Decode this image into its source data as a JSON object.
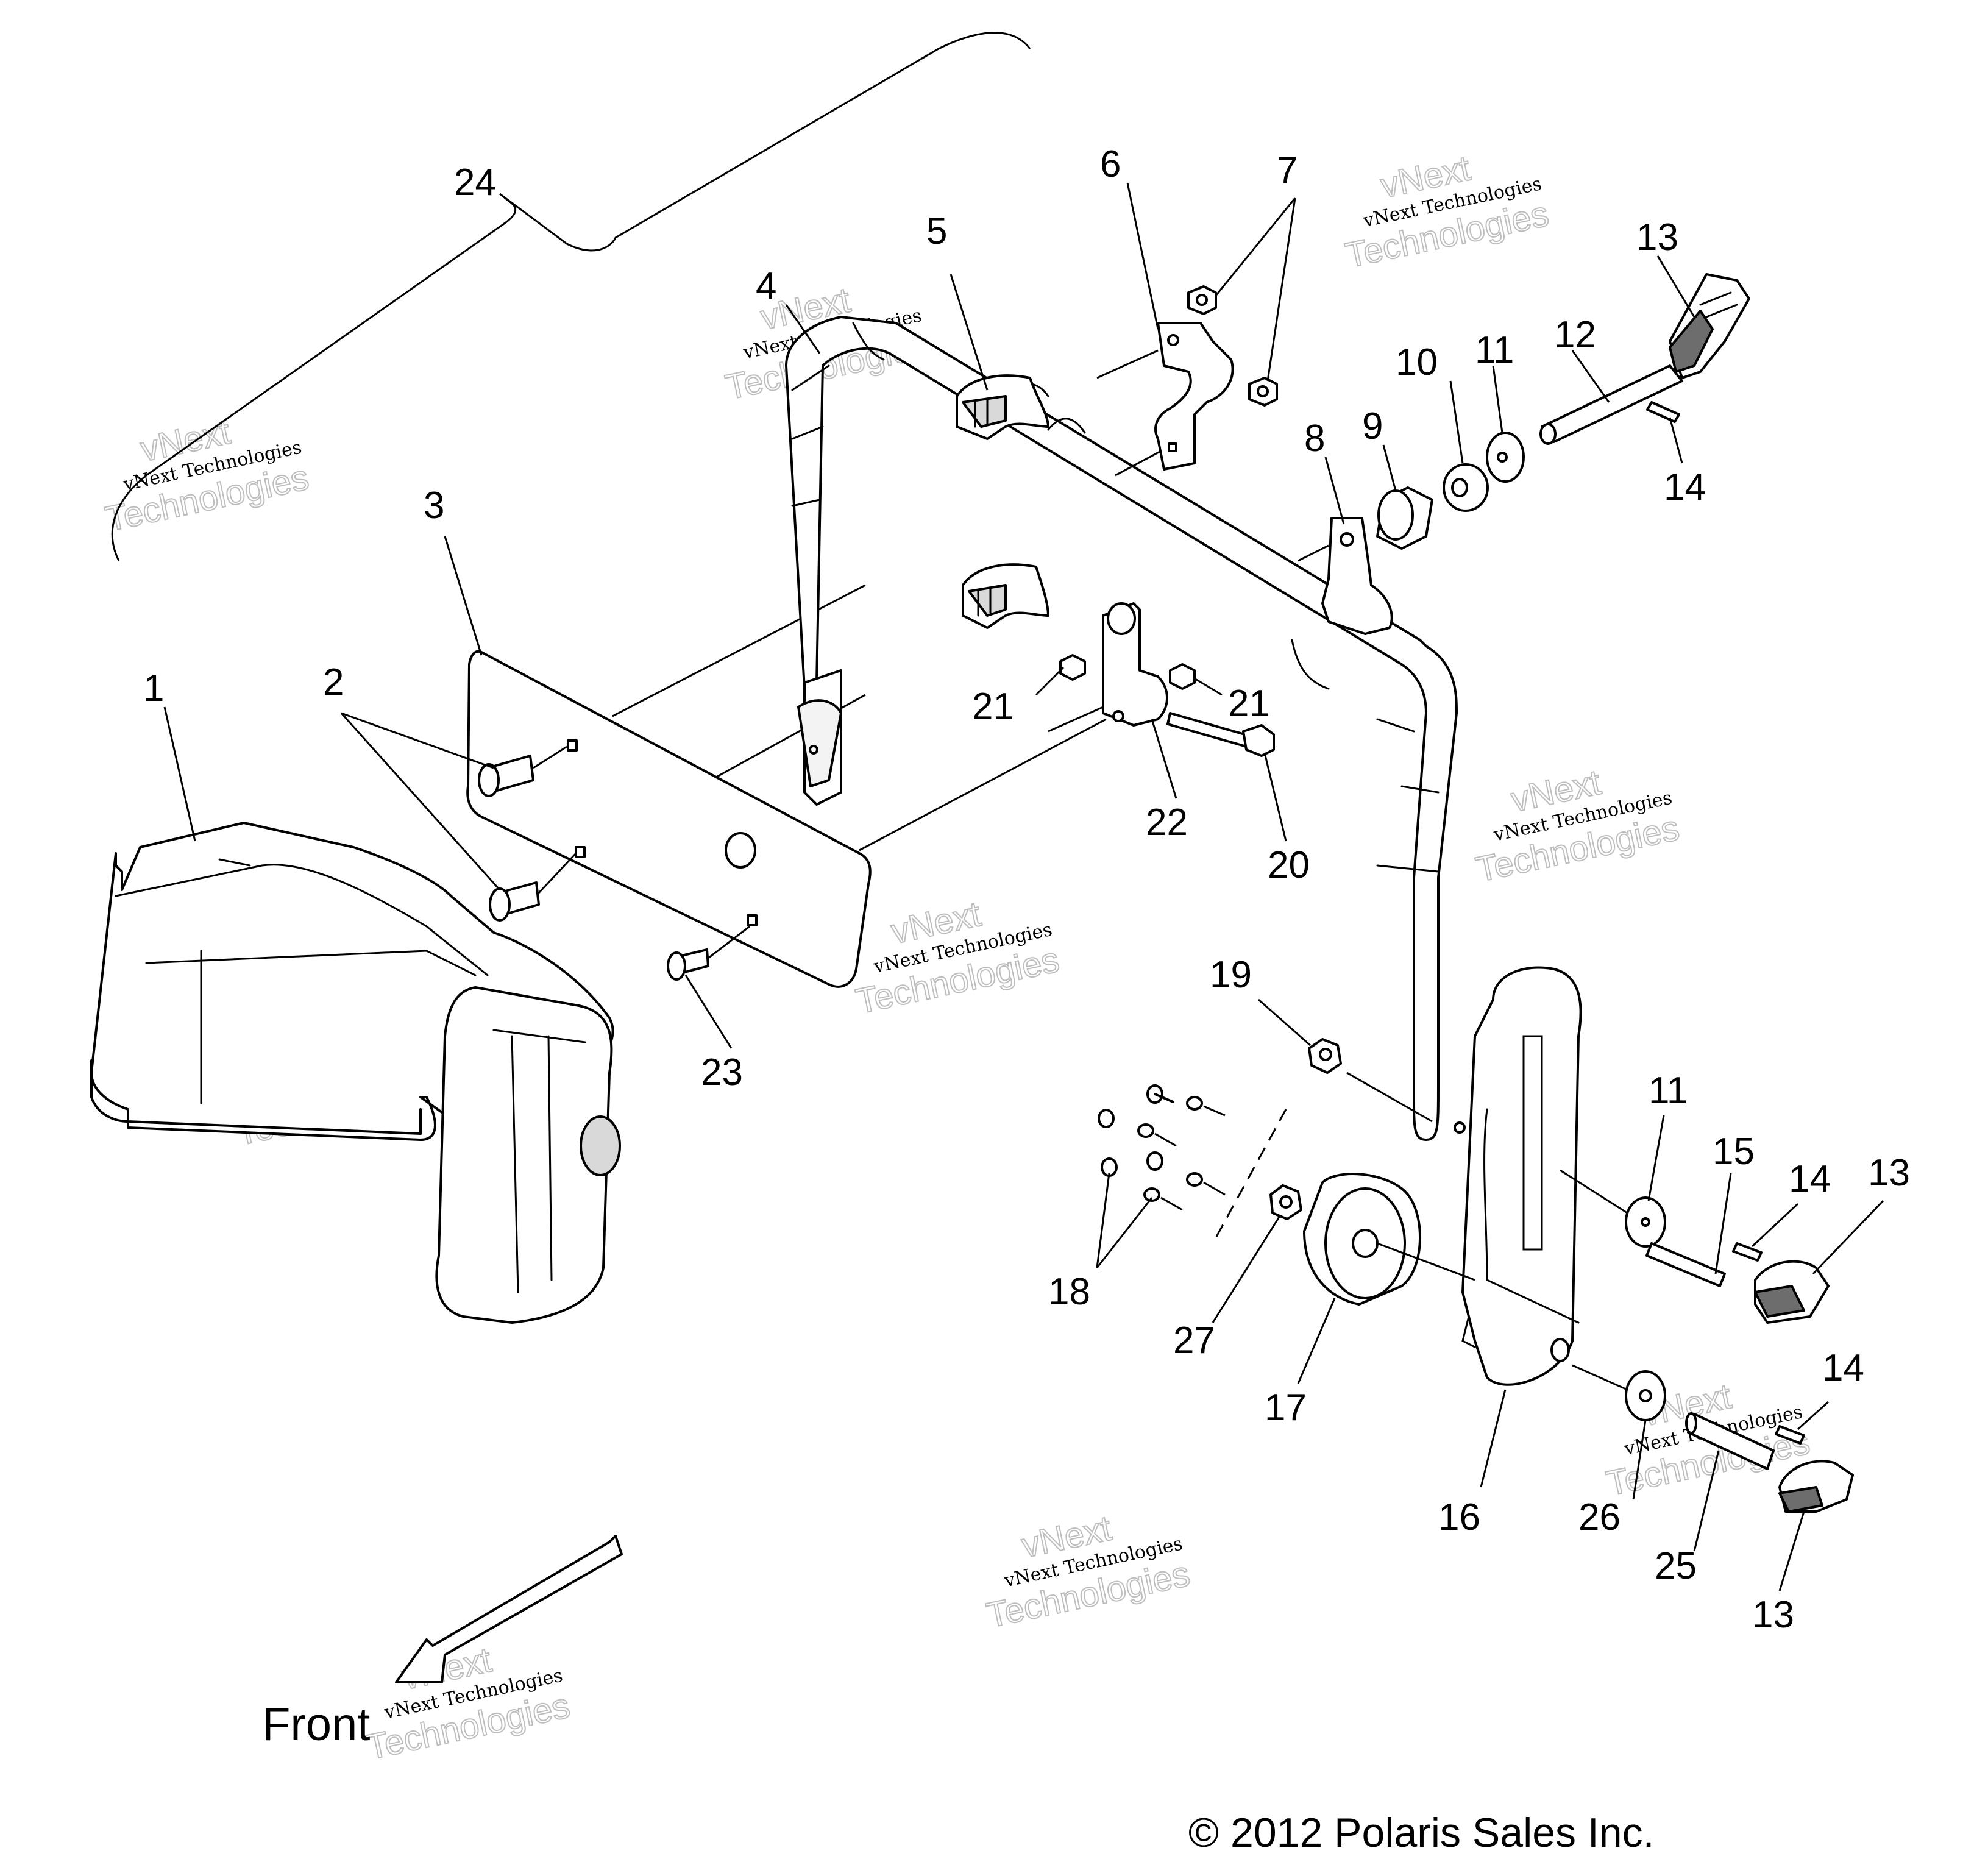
{
  "diagram": {
    "callouts": [
      "1",
      "2",
      "3",
      "4",
      "5",
      "6",
      "7",
      "8",
      "9",
      "10",
      "11",
      "12",
      "13",
      "14",
      "15",
      "16",
      "17",
      "18",
      "19",
      "20",
      "21",
      "22",
      "23",
      "24",
      "25",
      "26",
      "27"
    ],
    "callout_11_b": "11",
    "callout_13_b": "13",
    "callout_13_c": "13",
    "callout_14_b": "14",
    "callout_14_c": "14",
    "callout_21_b": "21",
    "front_label": "Front",
    "copyright": "© 2012 Polaris Sales Inc.",
    "watermark_line1": "vNext Technologies",
    "watermark_line2": "vNext",
    "watermark_line3": "Technologies"
  }
}
